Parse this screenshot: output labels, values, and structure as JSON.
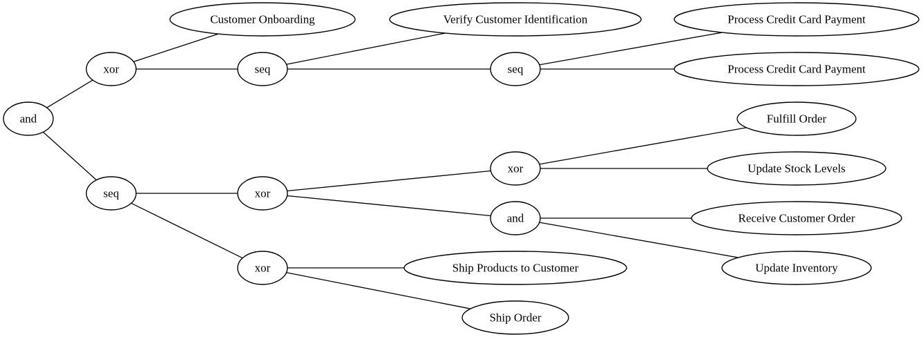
{
  "diagram": {
    "nodes": [
      {
        "id": "n1",
        "label": "and"
      },
      {
        "id": "n2",
        "label": "xor"
      },
      {
        "id": "n3",
        "label": "seq"
      },
      {
        "id": "n4",
        "label": "Customer Onboarding"
      },
      {
        "id": "n5",
        "label": "seq"
      },
      {
        "id": "n6",
        "label": "Verify Customer Identification"
      },
      {
        "id": "n7",
        "label": "seq"
      },
      {
        "id": "n8",
        "label": "Process Credit Card Payment"
      },
      {
        "id": "n9",
        "label": "Process Credit Card Payment"
      },
      {
        "id": "n10",
        "label": "xor"
      },
      {
        "id": "n11",
        "label": "xor"
      },
      {
        "id": "n12",
        "label": "xor"
      },
      {
        "id": "n13",
        "label": "Fulfill Order"
      },
      {
        "id": "n14",
        "label": "Update Stock Levels"
      },
      {
        "id": "n15",
        "label": "and"
      },
      {
        "id": "n16",
        "label": "Receive Customer Order"
      },
      {
        "id": "n17",
        "label": "Update Inventory"
      },
      {
        "id": "n18",
        "label": "Ship Products to Customer"
      },
      {
        "id": "n19",
        "label": "Ship Order"
      }
    ],
    "edges": [
      [
        "n1",
        "n2"
      ],
      [
        "n1",
        "n3"
      ],
      [
        "n2",
        "n4"
      ],
      [
        "n2",
        "n5"
      ],
      [
        "n5",
        "n6"
      ],
      [
        "n5",
        "n7"
      ],
      [
        "n7",
        "n8"
      ],
      [
        "n7",
        "n9"
      ],
      [
        "n3",
        "n10"
      ],
      [
        "n3",
        "n11"
      ],
      [
        "n10",
        "n12"
      ],
      [
        "n10",
        "n15"
      ],
      [
        "n12",
        "n13"
      ],
      [
        "n12",
        "n14"
      ],
      [
        "n15",
        "n16"
      ],
      [
        "n15",
        "n17"
      ],
      [
        "n11",
        "n18"
      ],
      [
        "n11",
        "n19"
      ]
    ]
  }
}
